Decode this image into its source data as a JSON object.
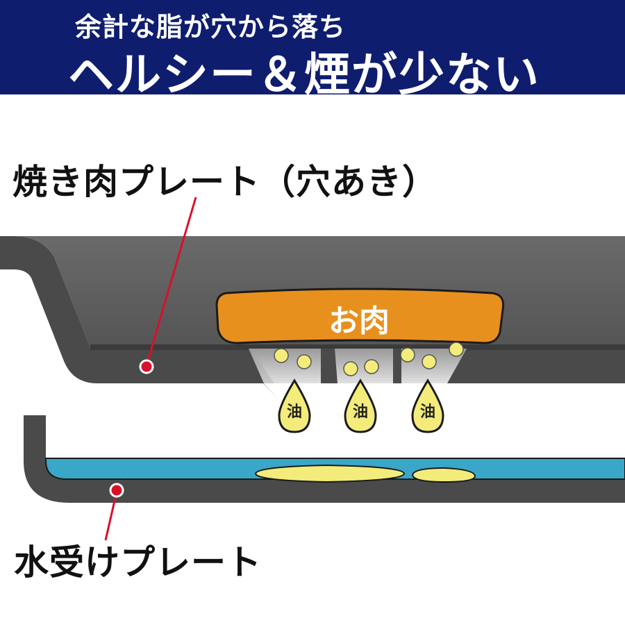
{
  "header": {
    "subtitle": "余計な脂が穴から落ち",
    "title": "ヘルシー＆煙が少ない"
  },
  "labels": {
    "grill_plate": "焼き肉プレート（穴あき）",
    "water_plate": "水受けプレート",
    "meat": "お肉",
    "oil": "油"
  },
  "colors": {
    "header_bg": "#0f1d6e",
    "plate_dark": "#4a4a4a",
    "plate_mid": "#5e5e5e",
    "meat": "#e8901e",
    "water": "#3aa6c8",
    "oil": "#f3ec7a",
    "marker": "#d8102a"
  }
}
